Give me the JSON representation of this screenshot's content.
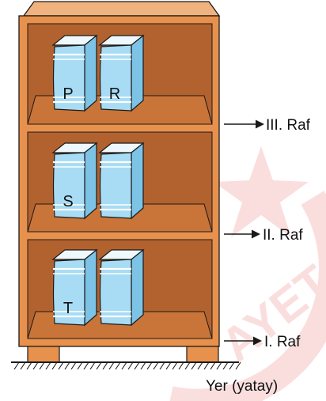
{
  "colors": {
    "wood_front": "#e8914d",
    "wood_interior": "#b2622f",
    "wood_side": "#c97438",
    "wood_top": "#f0b27f",
    "book_face": "#a7dcf4",
    "book_spine_dark": "#7cc3e6",
    "book_pages": "#eef8fd",
    "outline": "#1a1a1a",
    "watermark": "#e23a3a"
  },
  "books": {
    "shelf3": [
      "P",
      "R"
    ],
    "shelf2": [
      "S",
      ""
    ],
    "shelf1": [
      "T",
      ""
    ]
  },
  "labels": {
    "shelf3": "III. Raf",
    "shelf2": "II. Raf",
    "shelf1": "I. Raf",
    "ground": "Yer (yatay)"
  },
  "watermark": {
    "text": "AYET",
    "icon": "star-icon"
  }
}
